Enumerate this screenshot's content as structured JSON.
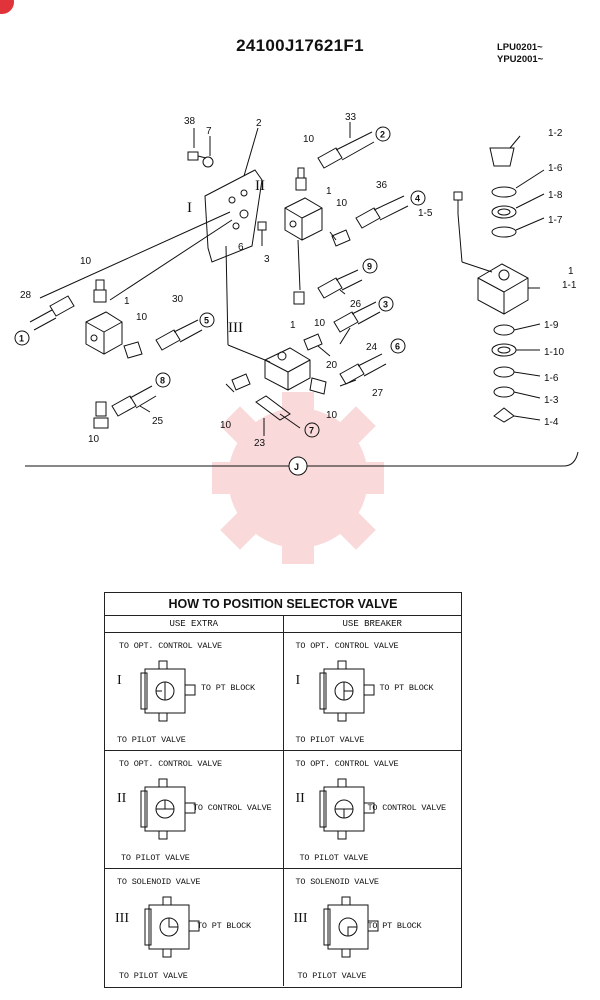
{
  "title": "24100J17621F1",
  "serials": [
    "LPU0201~",
    "YPU2001~"
  ],
  "diagram": {
    "section_label": "J",
    "roman": [
      "I",
      "II",
      "III"
    ],
    "part_labels": [
      "38",
      "7",
      "2",
      "10",
      "33",
      "1-2",
      "1-6",
      "1-8",
      "1-7",
      "1-5",
      "1",
      "1-1",
      "36",
      "10",
      "1",
      "6",
      "3",
      "10",
      "28",
      "1",
      "10",
      "30",
      "26",
      "10",
      "24",
      "20",
      "1",
      "27",
      "25",
      "10",
      "23",
      "10",
      "10",
      "1-9",
      "1-10",
      "1-6",
      "1-3",
      "1-4"
    ],
    "circled_labels": [
      "2",
      "4",
      "9",
      "3",
      "6",
      "5",
      "1",
      "8",
      "7"
    ]
  },
  "table": {
    "title": "HOW TO POSITION SELECTOR VALVE",
    "col_left": "USE EXTRA",
    "col_right": "USE BREAKER",
    "rows": [
      {
        "num": "I",
        "left": {
          "top": "TO OPT. CONTROL VALVE",
          "side": "TO PT BLOCK",
          "bottom": "TO PILOT VALVE"
        },
        "right": {
          "top": "TO OPT. CONTROL VALVE",
          "side": "TO PT BLOCK",
          "bottom": "TO PILOT VALVE"
        }
      },
      {
        "num": "II",
        "left": {
          "top": "TO OPT. CONTROL VALVE",
          "side": "TO CONTROL VALVE",
          "bottom": "TO PILOT VALVE"
        },
        "right": {
          "top": "TO OPT. CONTROL VALVE",
          "side": "TO CONTROL VALVE",
          "bottom": "TO PILOT VALVE"
        }
      },
      {
        "num": "III",
        "left": {
          "top": "TO SOLENOID VALVE",
          "side": "TO PT BLOCK",
          "bottom": "TO PILOT VALVE"
        },
        "right": {
          "top": "TO SOLENOID VALVE",
          "side": "TO PT BLOCK",
          "bottom": "TO PILOT VALVE"
        }
      }
    ]
  }
}
